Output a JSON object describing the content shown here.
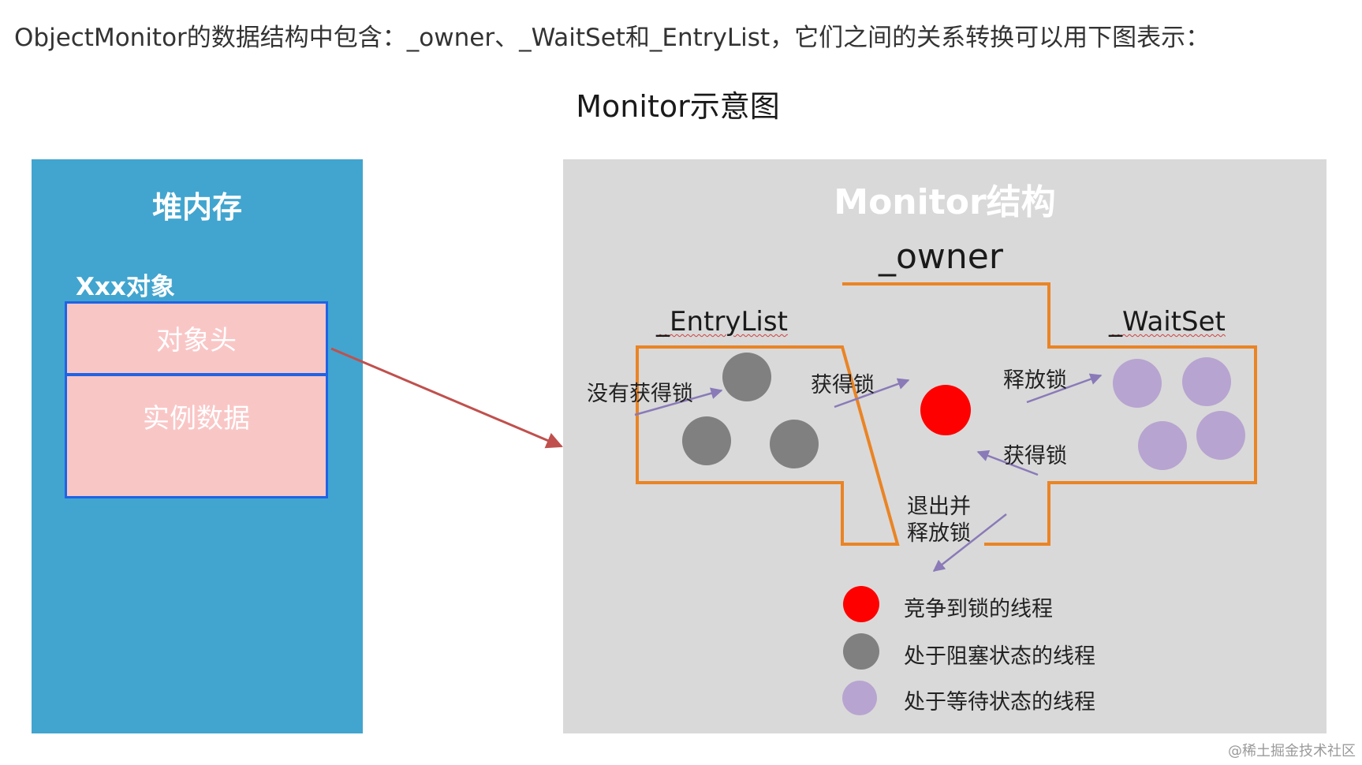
{
  "intro_text": "ObjectMonitor的数据结构中包含：_owner、_WaitSet和_EntryList，它们之间的关系转换可以用下图表示：",
  "diagram_title": "Monitor示意图",
  "heap": {
    "title": "堆内存",
    "object_label": "Xxx对象",
    "header_label": "对象头",
    "data_label": "实例数据"
  },
  "monitor": {
    "title": "Monitor结构",
    "owner_label": "_owner",
    "entrylist_label": "_EntryList",
    "waitset_label": "_WaitSet",
    "flows": {
      "no_lock": "没有获得锁",
      "acquire_lock_1": "获得锁",
      "release_lock": "释放锁",
      "acquire_lock_2": "获得锁",
      "exit_release_line1": "退出并",
      "exit_release_line2": "释放锁"
    },
    "legend": [
      {
        "label": "竞争到锁的线程",
        "color": "#ff0000"
      },
      {
        "label": "处于阻塞状态的线程",
        "color": "#808080"
      },
      {
        "label": "处于等待状态的线程",
        "color": "#b7a4d0"
      }
    ]
  },
  "colors": {
    "heap_bg": "#41a5cf",
    "object_fill": "#f9c6c6",
    "object_border": "#1f63e6",
    "panel_bg": "#d9d9d9",
    "outline": "#ea8424",
    "pointer_arrow": "#c0504d",
    "flow_arrow": "#8a7ab8"
  },
  "watermark": "@稀土掘金技术社区"
}
